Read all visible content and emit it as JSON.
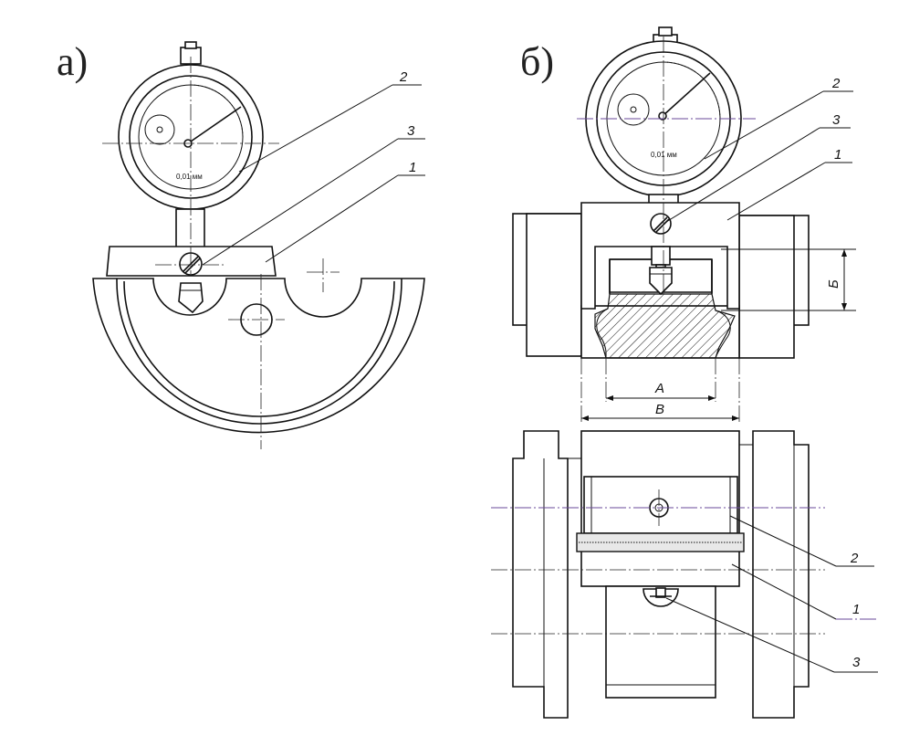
{
  "panels": [
    {
      "id": "a",
      "label": "а)"
    },
    {
      "id": "b",
      "label": "б)"
    }
  ],
  "callouts": {
    "a": [
      "2",
      "3",
      "1"
    ],
    "b_top": [
      "2",
      "3",
      "1"
    ],
    "b_bottom": [
      "2",
      "1",
      "3"
    ]
  },
  "dimensions": {
    "A": "А",
    "B": "В",
    "D": "Б"
  },
  "dial": {
    "scale_text": "0,01 мм"
  },
  "colors": {
    "ink": "#111111",
    "centerline_accent": "#6a4a9a"
  }
}
